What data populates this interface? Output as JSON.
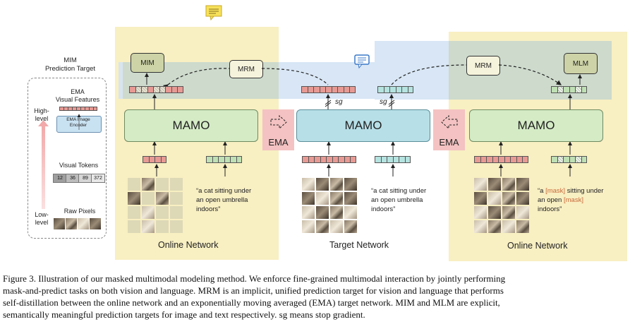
{
  "sidebar": {
    "title": "MIM\nPrediction Target",
    "ema_label": "EMA\nVisual Features",
    "encoder_label": "EMA Image\nEncoder",
    "high_level": "High-\nlevel",
    "low_level": "Low-\nlevel",
    "visual_tokens": "Visual Tokens",
    "token_values": [
      "12",
      "36",
      "89",
      "372"
    ],
    "raw_pixels": "Raw Pixels"
  },
  "networks": {
    "left": {
      "model": "MAMO",
      "head": "MIM",
      "label": "Online Network",
      "text": "“a cat sitting under\nan open umbrella\nindoors”"
    },
    "center": {
      "model": "MAMO",
      "label": "Target Network",
      "text": "“a cat sitting under\nan open umbrella\nindoors”"
    },
    "right": {
      "model": "MAMO",
      "head": "MLM",
      "label": "Online Network",
      "text_parts": [
        "“a ",
        "[mask]",
        " sitting under\nan open ",
        "[mask]",
        "\nindoors”"
      ]
    }
  },
  "mrm_left": "MRM",
  "mrm_right": "MRM",
  "ema_left": "EMA",
  "ema_right": "EMA",
  "sg": "sg",
  "caption": {
    "line1": "Figure 3. Illustration of our masked multimodal modeling method. We enforce fine-grained multimodal interaction by jointly performing",
    "line2": "mask-and-predict tasks on both vision and language. MRM is an implicit, unified prediction target for vision and language that performs",
    "line3": "self-distillation between the online network and an exponentially moving averaged (EMA) target network. MIM and MLM are explicit,",
    "line4": "semantically meaningful prediction targets for image and text respectively. sg means stop gradient."
  },
  "colors": {
    "yellow": "#f8efc2",
    "blue": "#d5e4f4",
    "green_box": "#d4ebc5",
    "teal_box": "#b7dfe7",
    "ema": "#f4c2c2"
  }
}
